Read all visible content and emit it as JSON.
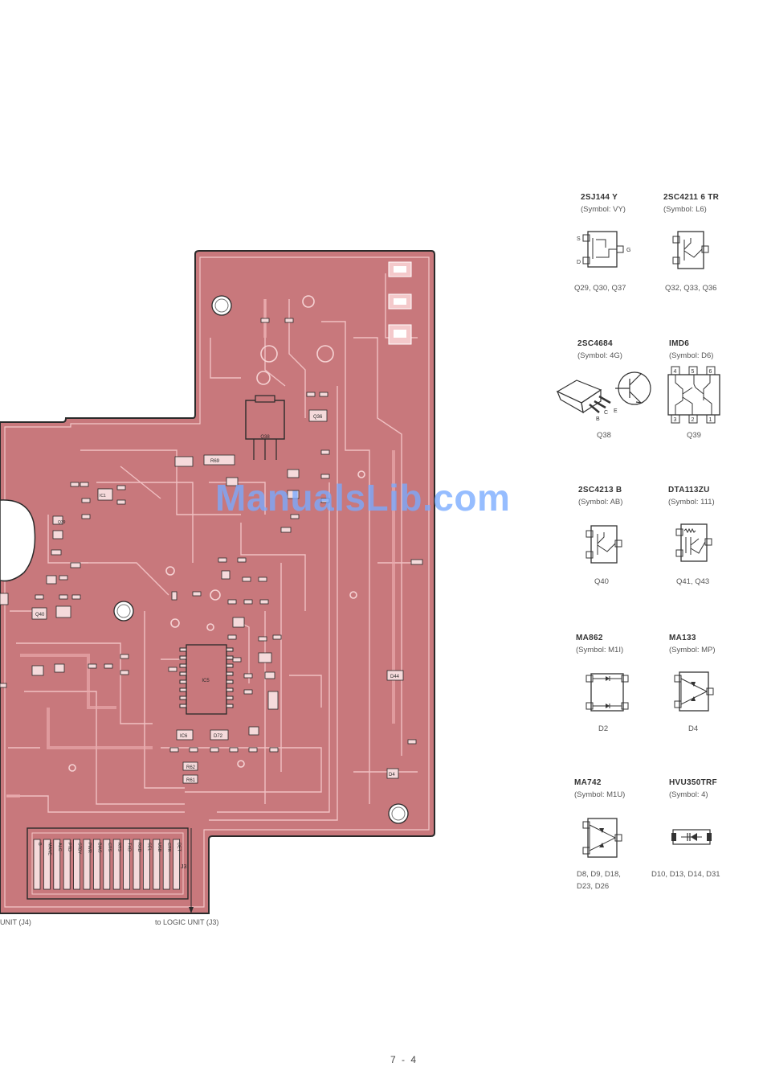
{
  "board": {
    "fill_color": "#c8787c",
    "trace_color": "#f0c0c2",
    "labels": {
      "r69": "R69",
      "q38": "Q38",
      "q36": "Q36",
      "ic6": "IC6",
      "d72": "D72",
      "ic5": "IC5",
      "r62": "R62",
      "q39": "Q39",
      "r61": "R61",
      "q40": "Q40",
      "ic1": "IC1",
      "d44": "D44",
      "d4": "D4"
    },
    "connector_pins": [
      "B",
      "MANE",
      "ALC",
      "PTD",
      "STBY",
      "PWR",
      "BIAS",
      "CTS",
      "RTS",
      "TXD",
      "RXD",
      "SEL",
      "USB",
      "CTR",
      "DET"
    ],
    "connector_ref": "J3"
  },
  "components": [
    {
      "part": "2SJ144  Y",
      "symbol": "(Symbol: VY)",
      "pkg": "fet",
      "uses": [
        "Q29, Q30, Q37"
      ]
    },
    {
      "part": "2SC4211  6  TR",
      "symbol": "(Symbol: L6)",
      "pkg": "sot23",
      "uses": [
        "Q32, Q33, Q36"
      ]
    },
    {
      "part": "2SC4684",
      "symbol": "(Symbol: 4G)",
      "pkg": "power",
      "uses": [
        "Q38"
      ]
    },
    {
      "part": "IMD6",
      "symbol": "(Symbol: D6)",
      "pkg": "imd6",
      "uses": [
        "Q39"
      ]
    },
    {
      "part": "2SC4213  B",
      "symbol": "(Symbol: AB)",
      "pkg": "sot23",
      "uses": [
        "Q40"
      ]
    },
    {
      "part": "DTA113ZU",
      "symbol": "(Symbol: 111)",
      "pkg": "digital",
      "uses": [
        "Q41, Q43"
      ]
    },
    {
      "part": "MA862",
      "symbol": "(Symbol: M1I)",
      "pkg": "dual",
      "uses": [
        "D2"
      ]
    },
    {
      "part": "MA133",
      "symbol": "(Symbol: MP)",
      "pkg": "triangle",
      "uses": [
        "D4"
      ]
    },
    {
      "part": "MA742",
      "symbol": "(Symbol: M1U)",
      "pkg": "triangle2",
      "uses": [
        "D8, D9, D18,",
        "D23, D26"
      ]
    },
    {
      "part": "HVU350TRF",
      "symbol": "(Symbol: 4)",
      "pkg": "varactor",
      "uses": [
        "D10, D13, D14, D31"
      ]
    }
  ],
  "pin_letters": {
    "s": "S",
    "d": "D",
    "g": "G",
    "b": "B",
    "c": "C",
    "e": "E",
    "n4": "4",
    "n5": "5",
    "n6": "6",
    "n3": "3",
    "n2": "2",
    "n1": "1"
  },
  "captions": {
    "left_unit": "UNIT (J4)",
    "logic_unit": "to LOGIC UNIT (J3)"
  },
  "watermark": "ManualsLib.com",
  "page_number": "7 - 4"
}
